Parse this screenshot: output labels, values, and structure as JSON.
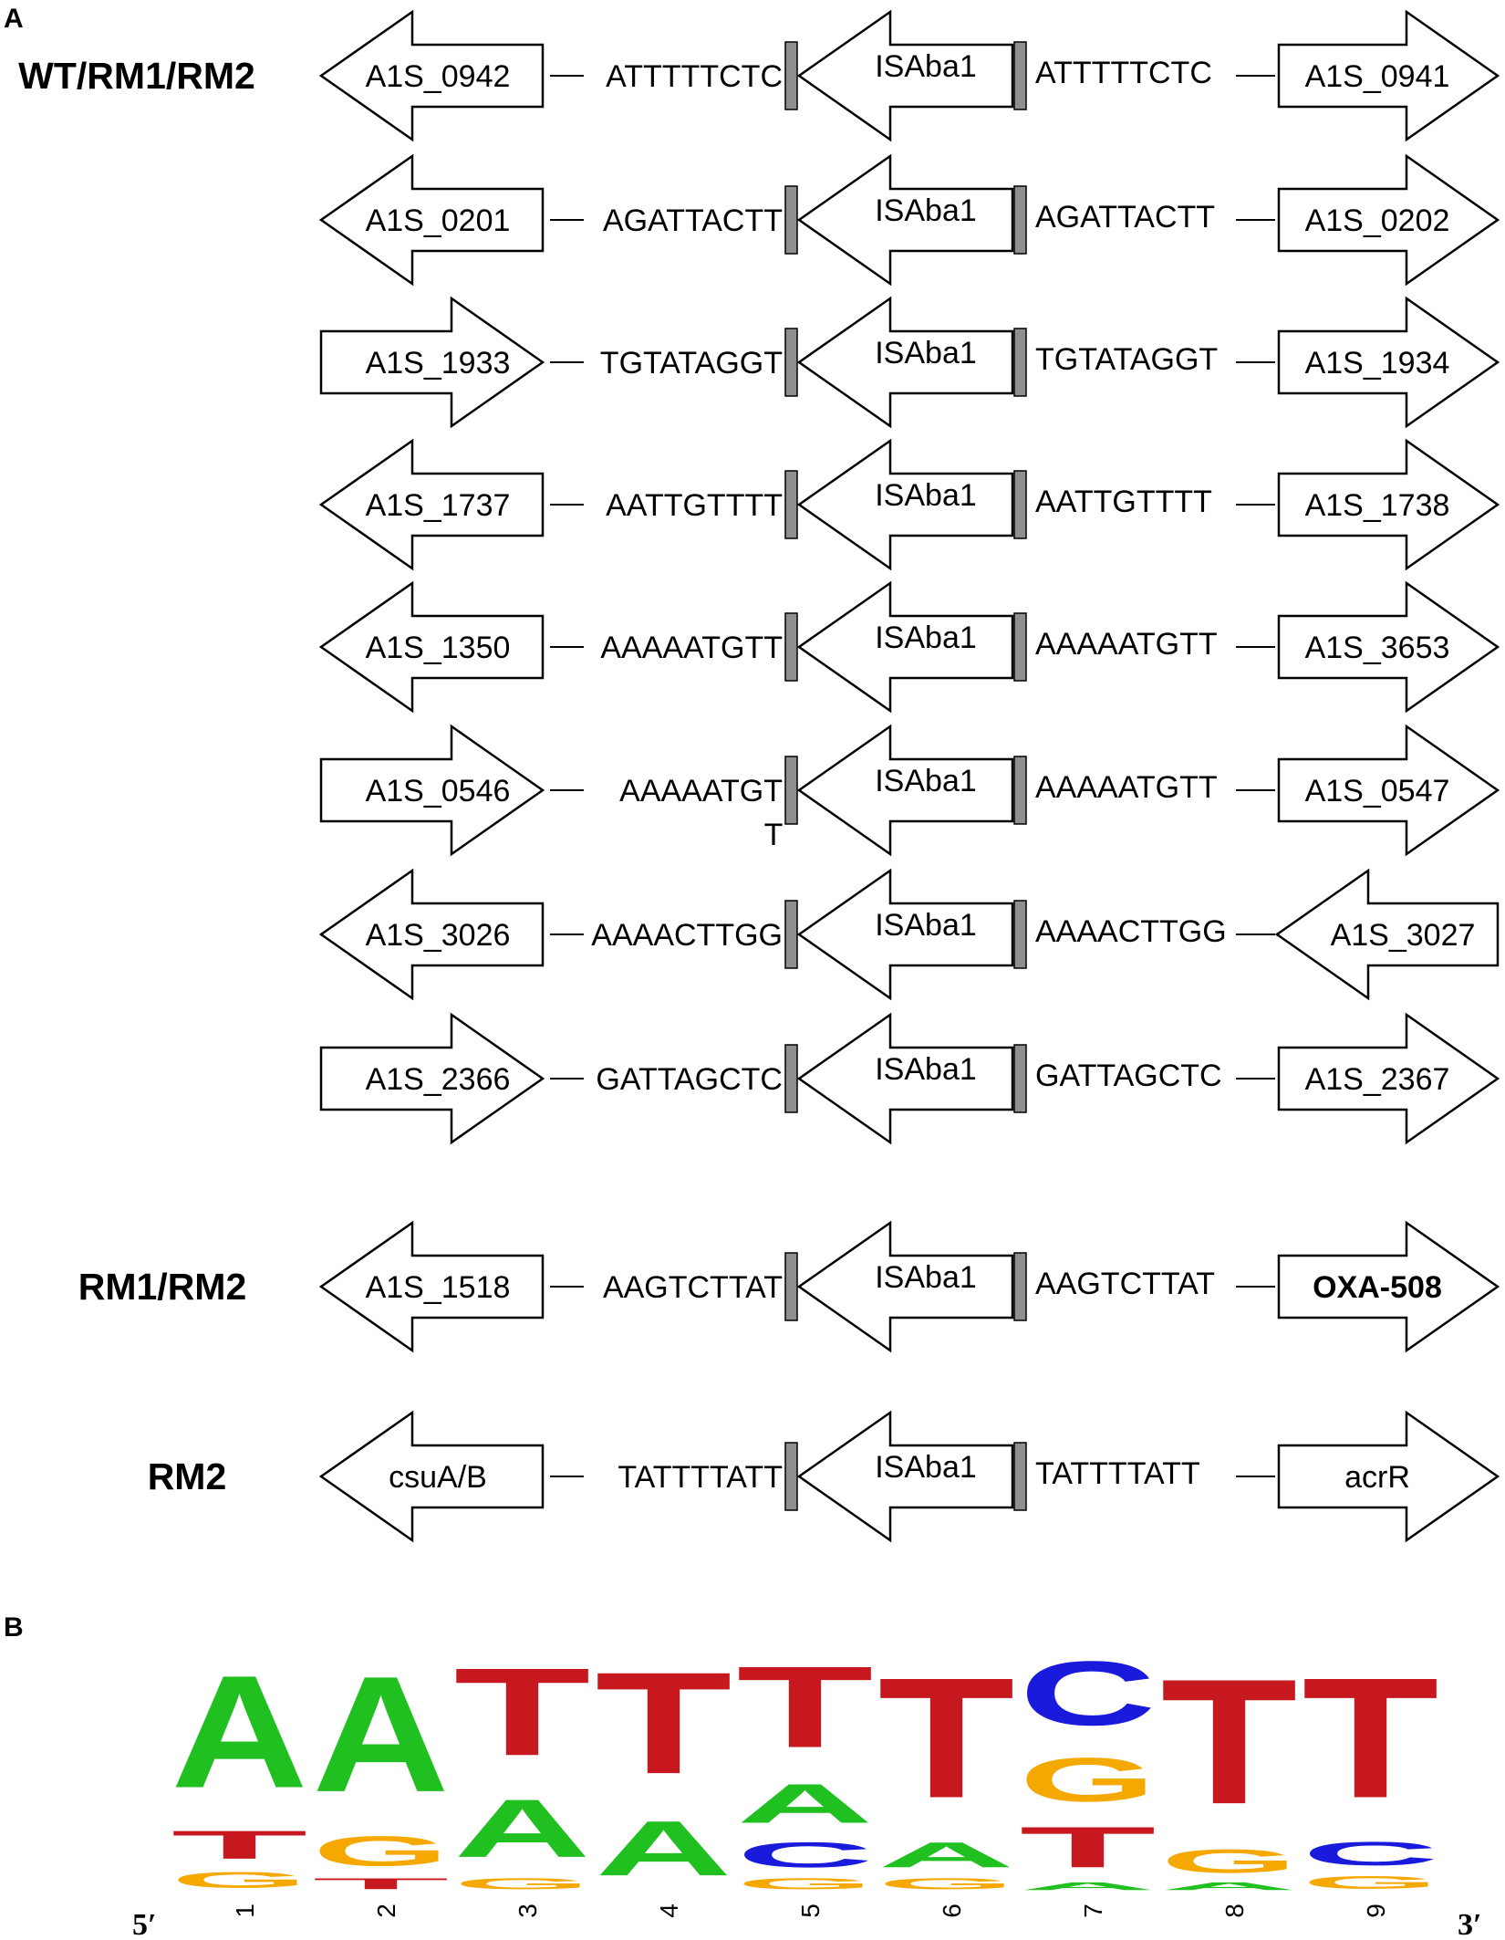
{
  "panel_a": {
    "label": "A",
    "groups": [
      {
        "label": "WT/RM1/RM2",
        "first_row": 0
      },
      {
        "label": "RM1/RM2",
        "first_row": 8
      },
      {
        "label": "RM2",
        "first_row": 9
      }
    ],
    "rows": [
      {
        "left_gene": "A1S_0942",
        "left_dir": "left",
        "left_seq": "ATTTTTCTC",
        "left_seq_extra": "",
        "element": "ISAba1",
        "right_seq": "ATTTTTCTC",
        "right_gene": "A1S_0941",
        "right_dir": "right",
        "right_bold": false
      },
      {
        "left_gene": "A1S_0201",
        "left_dir": "left",
        "left_seq": "AGATTACTT",
        "left_seq_extra": "",
        "element": "ISAba1",
        "right_seq": "AGATTACTT",
        "right_gene": "A1S_0202",
        "right_dir": "right",
        "right_bold": false
      },
      {
        "left_gene": "A1S_1933",
        "left_dir": "right",
        "left_seq": "TGTATAGGT",
        "left_seq_extra": "",
        "element": "ISAba1",
        "right_seq": "TGTATAGGT",
        "right_gene": "A1S_1934",
        "right_dir": "right",
        "right_bold": false
      },
      {
        "left_gene": "A1S_1737",
        "left_dir": "left",
        "left_seq": "AATTGTTTT",
        "left_seq_extra": "",
        "element": "ISAba1",
        "right_seq": "AATTGTTTT",
        "right_gene": "A1S_1738",
        "right_dir": "right",
        "right_bold": false
      },
      {
        "left_gene": "A1S_1350",
        "left_dir": "left",
        "left_seq": "AAAAATGTT",
        "left_seq_extra": "",
        "element": "ISAba1",
        "right_seq": "AAAAATGTT",
        "right_gene": "A1S_3653",
        "right_dir": "right",
        "right_bold": false
      },
      {
        "left_gene": "A1S_0546",
        "left_dir": "right",
        "left_seq": "AAAAATGT",
        "left_seq_extra": "T",
        "element": "ISAba1",
        "right_seq": "AAAAATGTT",
        "right_gene": "A1S_0547",
        "right_dir": "right",
        "right_bold": false
      },
      {
        "left_gene": "A1S_3026",
        "left_dir": "left",
        "left_seq": "AAAACTTGG",
        "left_seq_extra": "",
        "element": "ISAba1",
        "right_seq": "AAAACTTGG",
        "right_gene": "A1S_3027",
        "right_dir": "left",
        "right_bold": false
      },
      {
        "left_gene": "A1S_2366",
        "left_dir": "right",
        "left_seq": "GATTAGCTC",
        "left_seq_extra": "",
        "element": "ISAba1",
        "right_seq": "GATTAGCTC",
        "right_gene": "A1S_2367",
        "right_dir": "right",
        "right_bold": false
      },
      {
        "left_gene": "A1S_1518",
        "left_dir": "left",
        "left_seq": "AAGTCTTAT",
        "left_seq_extra": "",
        "element": "ISAba1",
        "right_seq": "AAGTCTTAT",
        "right_gene": "OXA-508",
        "right_dir": "right",
        "right_bold": true
      },
      {
        "left_gene": "csuA/B",
        "left_dir": "left",
        "left_seq": "TATTTTATT",
        "left_seq_extra": "",
        "element": "ISAba1",
        "right_seq": "TATTTTATT",
        "right_gene": "acrR",
        "right_dir": "right",
        "right_bold": false
      }
    ]
  },
  "panel_b": {
    "label": "B",
    "five_prime": "5′",
    "three_prime": "3′",
    "base_colors": {
      "A": "#20c020",
      "C": "#1a1adc",
      "G": "#f5a800",
      "T": "#c8181f"
    },
    "positions": [
      {
        "label": "1",
        "letters": [
          {
            "base": "G",
            "weight": 0.1
          },
          {
            "base": "T",
            "weight": 0.18
          },
          {
            "base": "A",
            "weight": 0.72
          }
        ]
      },
      {
        "label": "2",
        "letters": [
          {
            "base": "T",
            "weight": 0.07
          },
          {
            "base": "G",
            "weight": 0.19
          },
          {
            "base": "A",
            "weight": 0.74
          }
        ]
      },
      {
        "label": "3",
        "letters": [
          {
            "base": "G",
            "weight": 0.07
          },
          {
            "base": "A",
            "weight": 0.37
          },
          {
            "base": "T",
            "weight": 0.56
          }
        ]
      },
      {
        "label": "4",
        "letters": [
          {
            "base": "A",
            "weight": 0.35
          },
          {
            "base": "T",
            "weight": 0.65
          }
        ]
      },
      {
        "label": "5",
        "letters": [
          {
            "base": "G",
            "weight": 0.07
          },
          {
            "base": "C",
            "weight": 0.16
          },
          {
            "base": "A",
            "weight": 0.25
          },
          {
            "base": "T",
            "weight": 0.52
          }
        ]
      },
      {
        "label": "6",
        "letters": [
          {
            "base": "G",
            "weight": 0.07
          },
          {
            "base": "A",
            "weight": 0.16
          },
          {
            "base": "T",
            "weight": 0.77
          }
        ]
      },
      {
        "label": "7",
        "letters": [
          {
            "base": "A",
            "weight": 0.05
          },
          {
            "base": "T",
            "weight": 0.26
          },
          {
            "base": "G",
            "weight": 0.28
          },
          {
            "base": "C",
            "weight": 0.41
          }
        ]
      },
      {
        "label": "8",
        "letters": [
          {
            "base": "A",
            "weight": 0.05
          },
          {
            "base": "G",
            "weight": 0.15
          },
          {
            "base": "T",
            "weight": 0.8
          }
        ]
      },
      {
        "label": "9",
        "letters": [
          {
            "base": "G",
            "weight": 0.08
          },
          {
            "base": "C",
            "weight": 0.15
          },
          {
            "base": "T",
            "weight": 0.77
          }
        ]
      }
    ]
  }
}
